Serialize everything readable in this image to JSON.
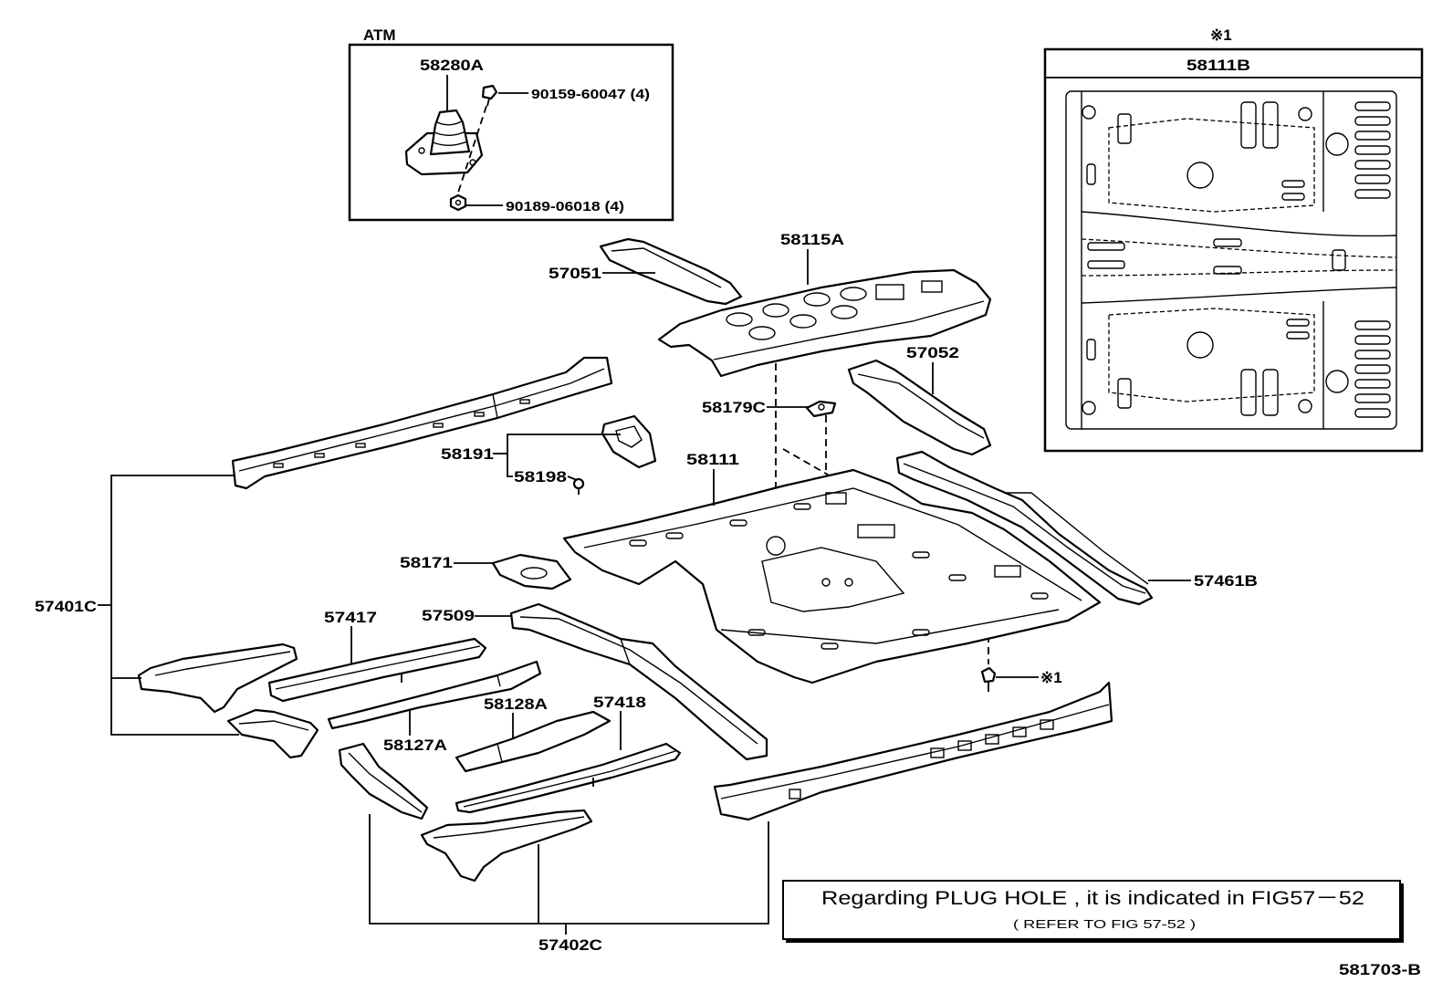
{
  "atm_inset": {
    "title": "ATM",
    "boot": "58280A",
    "bolt": "90159-60047 (4)",
    "nut": "90189-06018 (4)"
  },
  "detail_inset": {
    "marker": "※1",
    "part": "58111B"
  },
  "parts": {
    "p58115A": "58115A",
    "p57051": "57051",
    "p57052": "57052",
    "p58179C": "58179C",
    "p58191": "58191",
    "p58198": "58198",
    "p58111": "58111",
    "p58171": "58171",
    "p57401C": "57401C",
    "p57417": "57417",
    "p57509": "57509",
    "p57461B": "57461B",
    "p58128A": "58128A",
    "p57418": "57418",
    "p58127A": "58127A",
    "p57402C": "57402C"
  },
  "callout_marker": "※1",
  "note": {
    "line1": "Regarding PLUG HOLE , it is indicated in FIG57－52",
    "line2": "( REFER TO FIG 57-52 )"
  },
  "figure_id": "581703-B"
}
